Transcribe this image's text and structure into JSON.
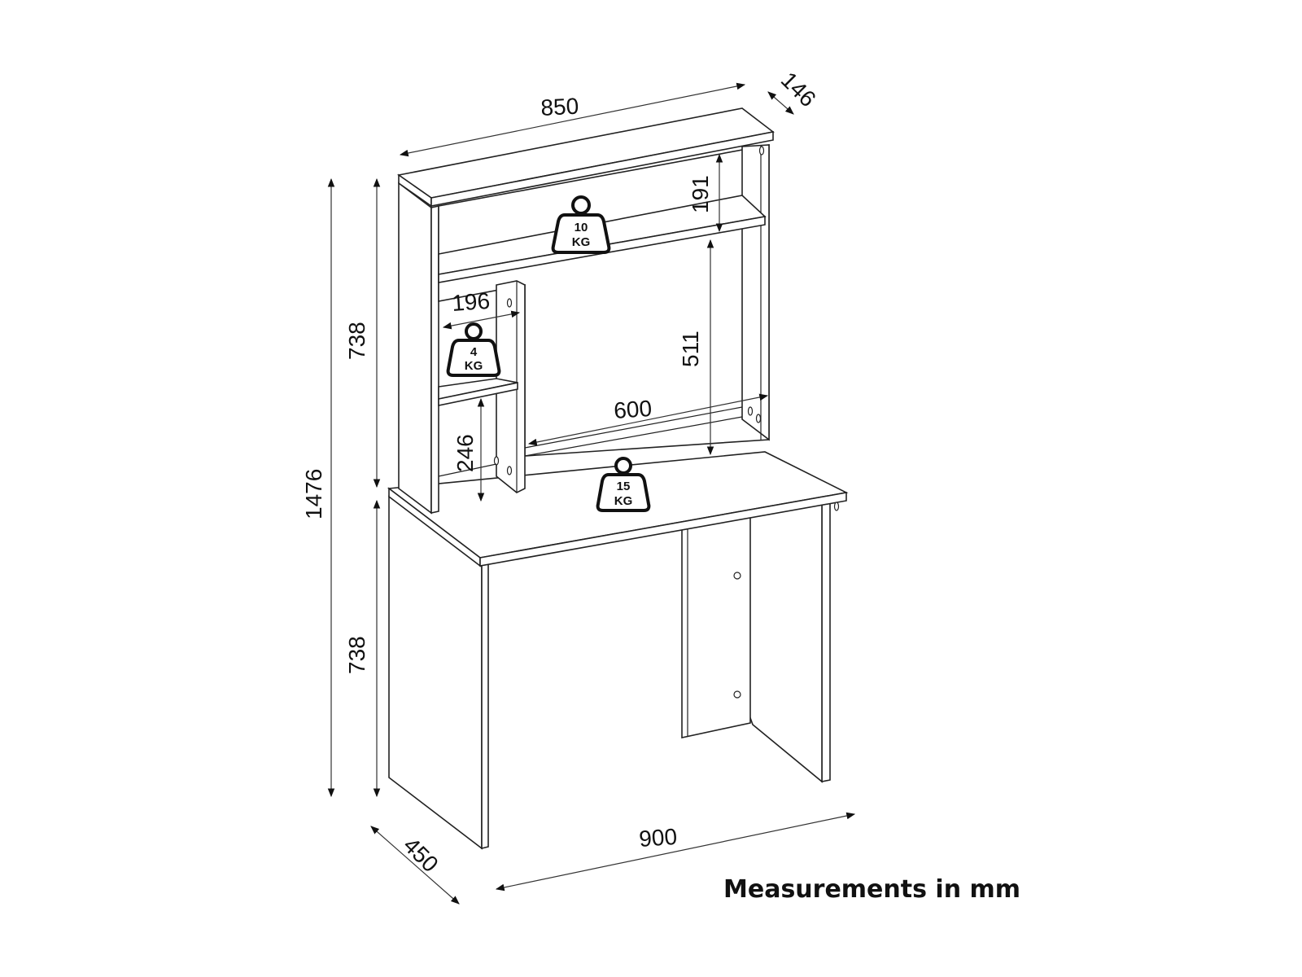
{
  "diagram": {
    "subject": "Desk with hutch — dimension drawing",
    "units_caption": "Measurements in mm",
    "dimensions": {
      "hutch_width": "850",
      "hutch_depth": "146",
      "top_shelf_height": "191",
      "side_compartment_width": "196",
      "hutch_height": "738",
      "total_height": "1476",
      "desk_height": "738",
      "hutch_opening_height": "511",
      "hutch_opening_width": "600",
      "lower_compartment_height": "246",
      "desk_width": "900",
      "desk_depth": "450"
    },
    "load_ratings": [
      {
        "value": "10",
        "unit": "KG",
        "location": "top shelf"
      },
      {
        "value": "4",
        "unit": "KG",
        "location": "side compartment shelf"
      },
      {
        "value": "15",
        "unit": "KG",
        "location": "desktop"
      }
    ]
  }
}
